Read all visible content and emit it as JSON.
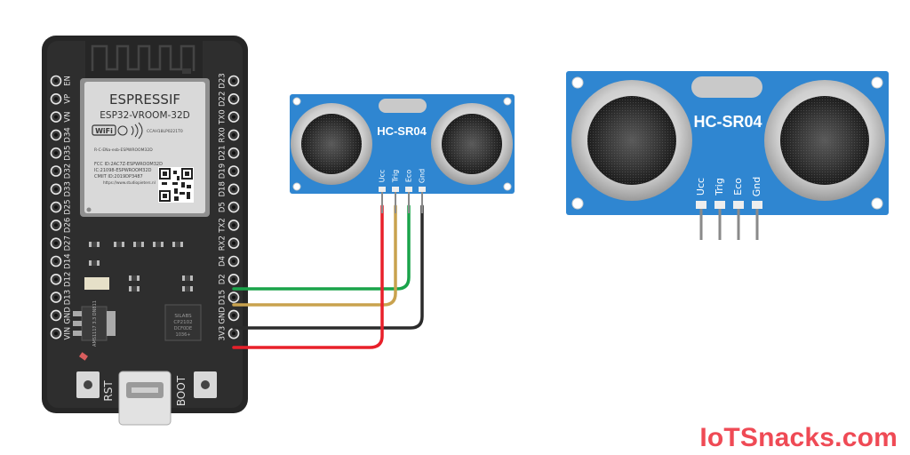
{
  "board": {
    "module_brand": "ESPRESSIF",
    "module_model": "ESP32-VROOM-32D",
    "module_cert_lines": [
      "FCC ID:2AC7Z-ESPWROOM32D",
      "IC:21098-ESPWROOM32D",
      "CMIIT ID:2019DP3487"
    ],
    "module_small": "CCAH18LP0221T0",
    "module_ce": "R-C-ENa-esb-ESPWROOM32D",
    "module_website": "https://www.studiopieters.nl",
    "wifi_label": "WiFi",
    "left_pins": [
      "EN",
      "VP",
      "VN",
      "D34",
      "D35",
      "D32",
      "D33",
      "D25",
      "D26",
      "D27",
      "D14",
      "D12",
      "D13",
      "GND",
      "VIN"
    ],
    "right_pins": [
      "D23",
      "D22",
      "TX0",
      "RX0",
      "D21",
      "D19",
      "D18",
      "D5",
      "TX2",
      "RX2",
      "D4",
      "D2",
      "D15",
      "GND",
      "3V3"
    ],
    "reg_text": "AMS1117 3.3 DN811",
    "chip_text": [
      "SILABS",
      "CP2102",
      "DCF0DE",
      "1036+"
    ],
    "rst_label": "RST",
    "boot_label": "BOOT"
  },
  "sensor_small": {
    "name": "HC-SR04",
    "pins": [
      "Ucc",
      "Trig",
      "Eco",
      "Gnd"
    ]
  },
  "sensor_large": {
    "name": "HC-SR04",
    "pins": [
      "Ucc",
      "Trig",
      "Eco",
      "Gnd"
    ]
  },
  "wires": [
    {
      "from": "D2",
      "to": "Eco",
      "color": "#1aa34a"
    },
    {
      "from": "D15",
      "to": "Trig",
      "color": "#c9a24e"
    },
    {
      "from": "GND",
      "to": "Gnd",
      "color": "#2b2b2b"
    },
    {
      "from": "3V3",
      "to": "Ucc",
      "color": "#e8202a"
    }
  ],
  "colors": {
    "board": "#2a2a2a",
    "sensor_blue": "#2f86d1",
    "brand_red": "#ef4a55"
  },
  "brand": "IoTSnacks.com"
}
